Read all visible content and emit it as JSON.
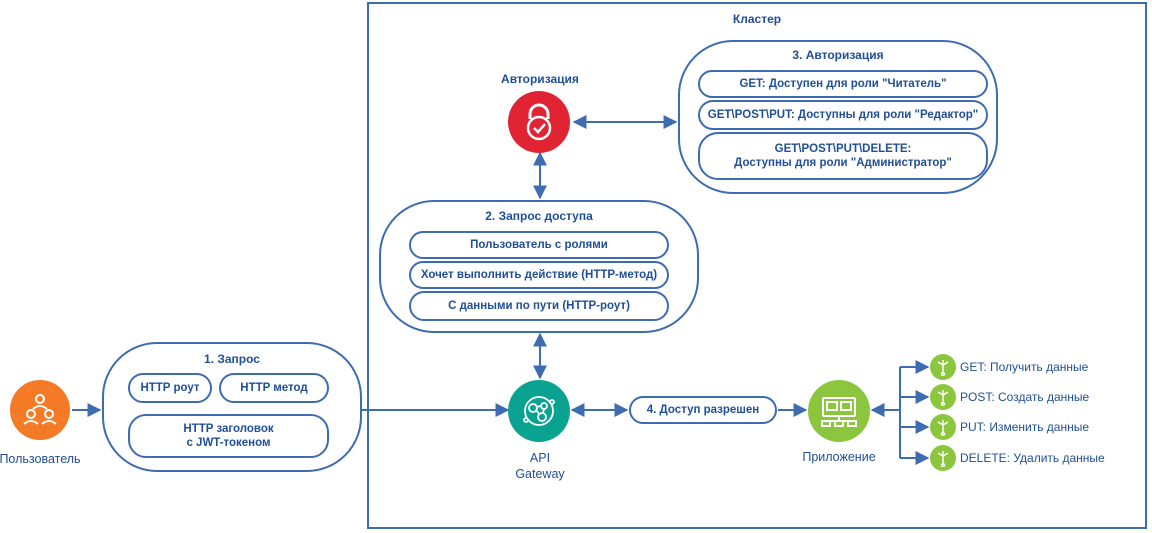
{
  "cluster": {
    "title": "Кластер"
  },
  "user": {
    "label": "Пользователь",
    "icon": "users-icon",
    "color": "#f47a25"
  },
  "request": {
    "title": "1. Запрос",
    "items": [
      "HTTP роут",
      "HTTP метод"
    ],
    "header_line1": "HTTP заголовок",
    "header_line2": "с JWT-токеном"
  },
  "auth_service": {
    "label": "Авторизация",
    "icon": "lock-check-icon",
    "color": "#e02434"
  },
  "access_request": {
    "title": "2. Запрос доступа",
    "items": [
      "Пользователь с ролями",
      "Хочет выполнить действие (HTTP-метод)",
      "С данными по пути (HTTP-роут)"
    ]
  },
  "authorization": {
    "title": "3. Авторизация",
    "items": [
      "GET: Доступен для роли \"Читатель\"",
      "GET\\POST\\PUT: Доступны для роли \"Редактор\""
    ],
    "admin_line1": "GET\\POST\\PUT\\DELETE:",
    "admin_line2": "Доступны для роли \"Администратор\""
  },
  "gateway": {
    "line1": "API",
    "line2": "Gateway",
    "icon": "api-gateway-icon",
    "color": "#0aa392"
  },
  "access_granted": {
    "label": "4. Доступ разрешен"
  },
  "app": {
    "label": "Приложение",
    "icon": "network-computers-icon",
    "color": "#8cc63f"
  },
  "methods": [
    {
      "text": "GET: Получить данные",
      "icon": "endpoint-icon"
    },
    {
      "text": "POST: Создать данные",
      "icon": "endpoint-icon"
    },
    {
      "text": "PUT: Изменить данные",
      "icon": "endpoint-icon"
    },
    {
      "text": "DELETE: Удалить данные",
      "icon": "endpoint-icon"
    }
  ],
  "colors": {
    "stroke": "#3d6cb0",
    "text": "#1f4f94"
  }
}
